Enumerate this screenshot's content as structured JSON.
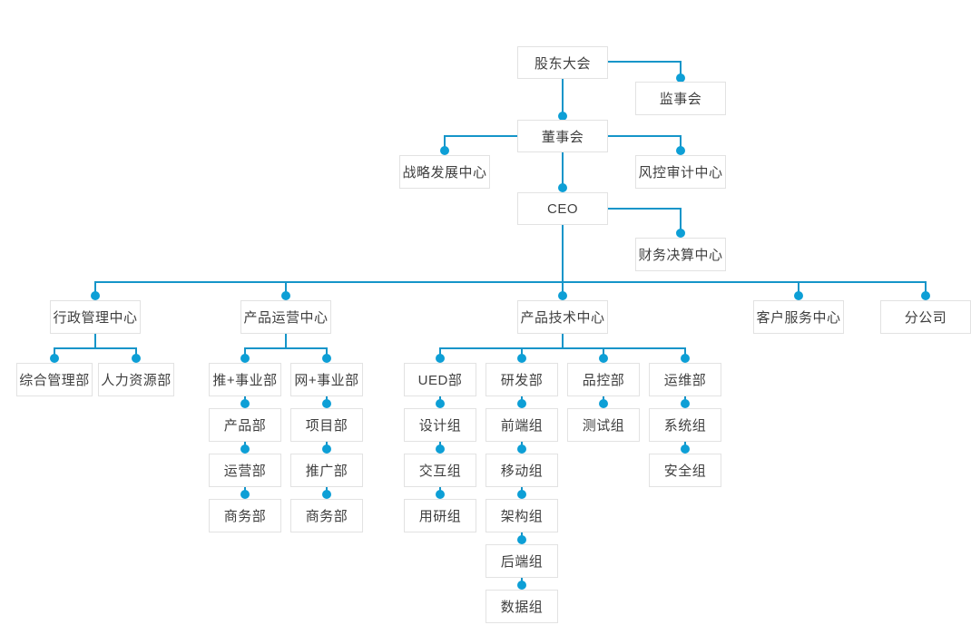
{
  "diagram": {
    "type": "org-chart",
    "language": "zh-CN",
    "colors": {
      "background": "#ffffff",
      "connector_line": "#1595c9",
      "connector_dot": "#0d9fd6",
      "node_border": "#e2e2e2",
      "node_background": "#ffffff",
      "node_text": "#3f3f3f"
    },
    "nodes": {
      "shareholders": "股东大会",
      "supervisory": "监事会",
      "board": "董事会",
      "strategy_center": "战略发展中心",
      "risk_audit_center": "风控审计中心",
      "ceo": "CEO",
      "finance_center": "财务决算中心",
      "admin_center": "行政管理中心",
      "product_ops_center": "产品运营中心",
      "tech_center": "产品技术中心",
      "customer_service_center": "客户服务中心",
      "branch_company": "分公司",
      "general_admin_dept": "综合管理部",
      "hr_dept": "人力资源部",
      "tui_division": "推+事业部",
      "wang_division": "网+事业部",
      "product_dept": "产品部",
      "operation_dept": "运营部",
      "biz_dept_tui": "商务部",
      "project_dept": "项目部",
      "promotion_dept": "推广部",
      "biz_dept_wang": "商务部",
      "ued_dept": "UED部",
      "rd_dept": "研发部",
      "qc_dept": "品控部",
      "om_dept": "运维部",
      "design_group": "设计组",
      "interaction_group": "交互组",
      "user_research_group": "用研组",
      "frontend_group": "前端组",
      "mobile_group": "移动组",
      "architecture_group": "架构组",
      "backend_group": "后端组",
      "data_group": "数据组",
      "testing_group": "测试组",
      "system_group": "系统组",
      "security_group": "安全组"
    },
    "hierarchy": {
      "shareholders": [
        "supervisory",
        "board"
      ],
      "board": [
        "strategy_center",
        "risk_audit_center",
        "ceo"
      ],
      "ceo": [
        "finance_center",
        "admin_center",
        "product_ops_center",
        "tech_center",
        "customer_service_center",
        "branch_company"
      ],
      "admin_center": [
        "general_admin_dept",
        "hr_dept"
      ],
      "product_ops_center": [
        "tui_division",
        "wang_division"
      ],
      "tui_division": [
        "product_dept"
      ],
      "product_dept": [
        "operation_dept"
      ],
      "operation_dept": [
        "biz_dept_tui"
      ],
      "wang_division": [
        "project_dept"
      ],
      "project_dept": [
        "promotion_dept"
      ],
      "promotion_dept": [
        "biz_dept_wang"
      ],
      "tech_center": [
        "ued_dept",
        "rd_dept",
        "qc_dept",
        "om_dept"
      ],
      "ued_dept": [
        "design_group"
      ],
      "design_group": [
        "interaction_group"
      ],
      "interaction_group": [
        "user_research_group"
      ],
      "rd_dept": [
        "frontend_group"
      ],
      "frontend_group": [
        "mobile_group"
      ],
      "mobile_group": [
        "architecture_group"
      ],
      "architecture_group": [
        "backend_group"
      ],
      "backend_group": [
        "data_group"
      ],
      "qc_dept": [
        "testing_group"
      ],
      "om_dept": [
        "system_group"
      ],
      "system_group": [
        "security_group"
      ]
    }
  }
}
